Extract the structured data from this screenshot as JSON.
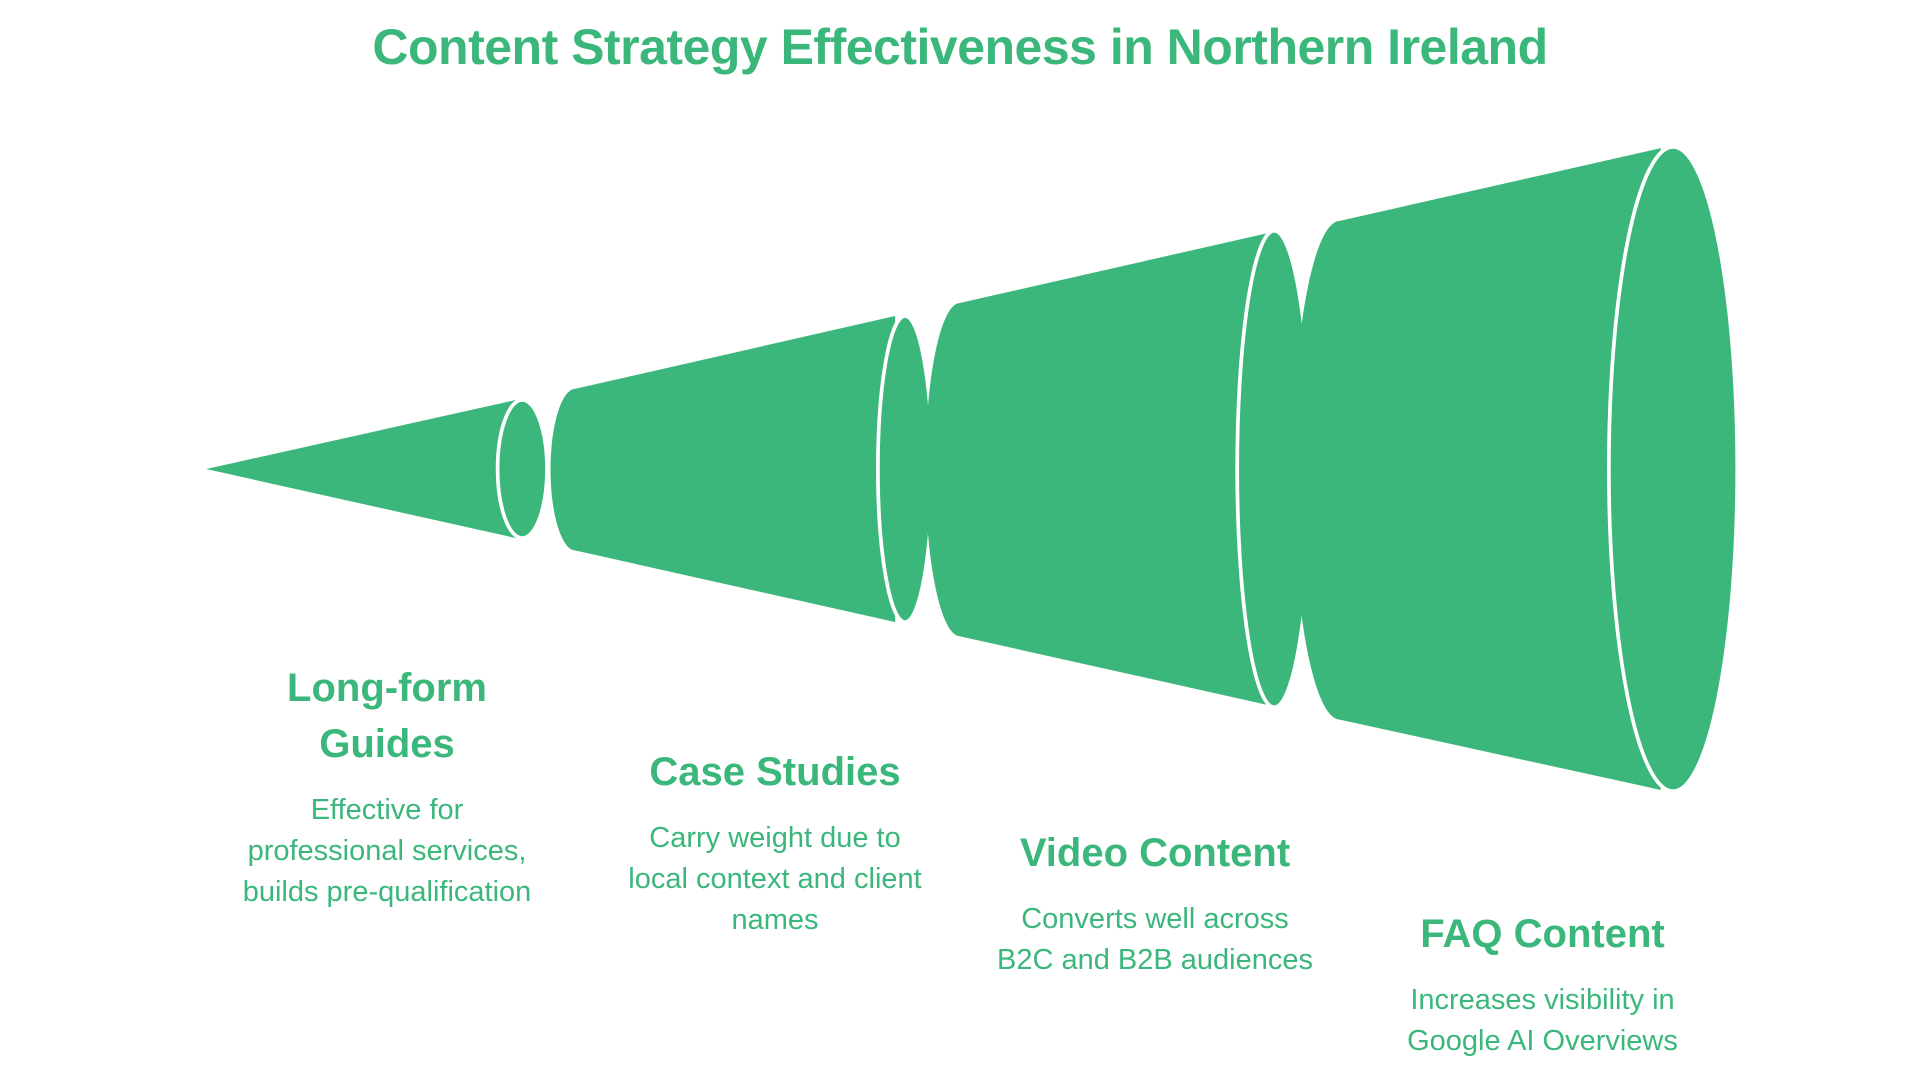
{
  "title": "Content Strategy Effectiveness in Northern Ireland",
  "colors": {
    "accent": "#3bb77b",
    "background": "#ffffff",
    "separator": "#ffffff"
  },
  "stages": [
    {
      "name": "Long-form Guides",
      "description": "Effective for professional services, builds pre-qualification"
    },
    {
      "name": "Case Studies",
      "description": "Carry weight due to local context and client names"
    },
    {
      "name": "Video Content",
      "description": "Converts well across B2C and B2B audiences"
    },
    {
      "name": "FAQ Content",
      "description": "Increases visibility in Google AI Overviews"
    }
  ]
}
